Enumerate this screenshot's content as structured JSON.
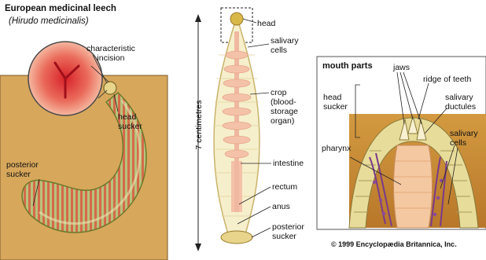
{
  "left_panel": {
    "title": "European medicinal leech",
    "subtitle": "(Hirudo medicinalis)",
    "labels": {
      "characteristic_incision": "characteristic\nincision",
      "head_sucker": "head\nsucker",
      "posterior_sucker": "posterior\nsucker"
    }
  },
  "middle_panel": {
    "scale_label": "7 centimetres",
    "labels": {
      "head": "head",
      "salivary_cells": "salivary\ncells",
      "crop": "crop\n(blood-\nstorage\norgan)",
      "intestine": "intestine",
      "rectum": "rectum",
      "anus": "anus",
      "posterior_sucker": "posterior\nsucker"
    }
  },
  "right_panel": {
    "title": "mouth parts",
    "labels": {
      "jaws": "jaws",
      "ridge_of_teeth": "ridge of teeth",
      "head_sucker": "head\nsucker",
      "salivary_ductules": "salivary\nductules",
      "pharynx": "pharynx",
      "salivary_cells": "salivary\ncells"
    }
  },
  "copyright": "© 1999 Encyclopædia Britannica, Inc."
}
